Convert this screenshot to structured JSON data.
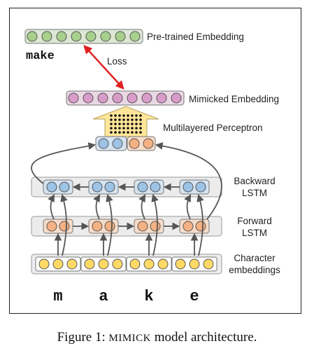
{
  "diagram": {
    "pretrained_label": "Pre-trained Embedding",
    "word": "make",
    "loss_label": "Loss",
    "mimicked_label": "Mimicked Embedding",
    "mlp_label": "Multilayered Perceptron",
    "backward_label_1": "Backward",
    "backward_label_2": "LSTM",
    "forward_label_1": "Forward",
    "forward_label_2": "LSTM",
    "char_label_1": "Character",
    "char_label_2": "embeddings",
    "letters": [
      "m",
      "a",
      "k",
      "e"
    ]
  },
  "caption": {
    "prefix": "Figure 1: ",
    "model": "MIMICK",
    "suffix": " model architecture."
  },
  "colors": {
    "pretrained_fill": "#a8d08d",
    "mimicked_fill": "#d99cc8",
    "backward_fill": "#9dc3e6",
    "forward_fill": "#f4b183",
    "char_fill": "#ffd966",
    "arrow": "#555555",
    "loss_arrow": "#e02020",
    "mlp_arrow": "#ffe699"
  }
}
